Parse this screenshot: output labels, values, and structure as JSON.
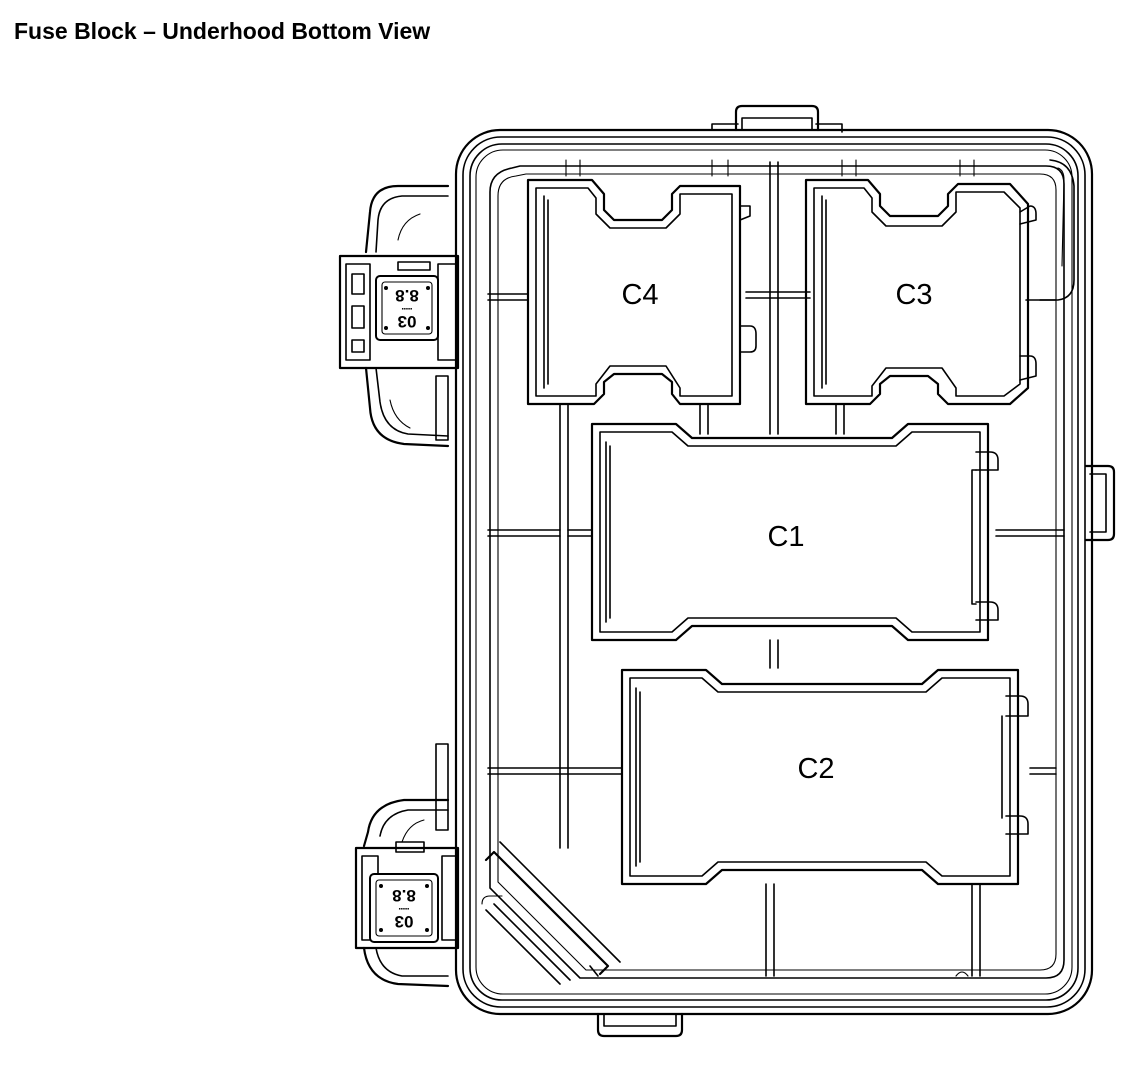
{
  "title": "Fuse Block – Underhood Bottom View",
  "connectors": {
    "c1": "C1",
    "c2": "C2",
    "c3": "C3",
    "c4": "C4"
  },
  "tags": {
    "upper": {
      "top": "03",
      "bottom": "8.8"
    },
    "lower": {
      "top": "03",
      "bottom": "8.8"
    }
  }
}
